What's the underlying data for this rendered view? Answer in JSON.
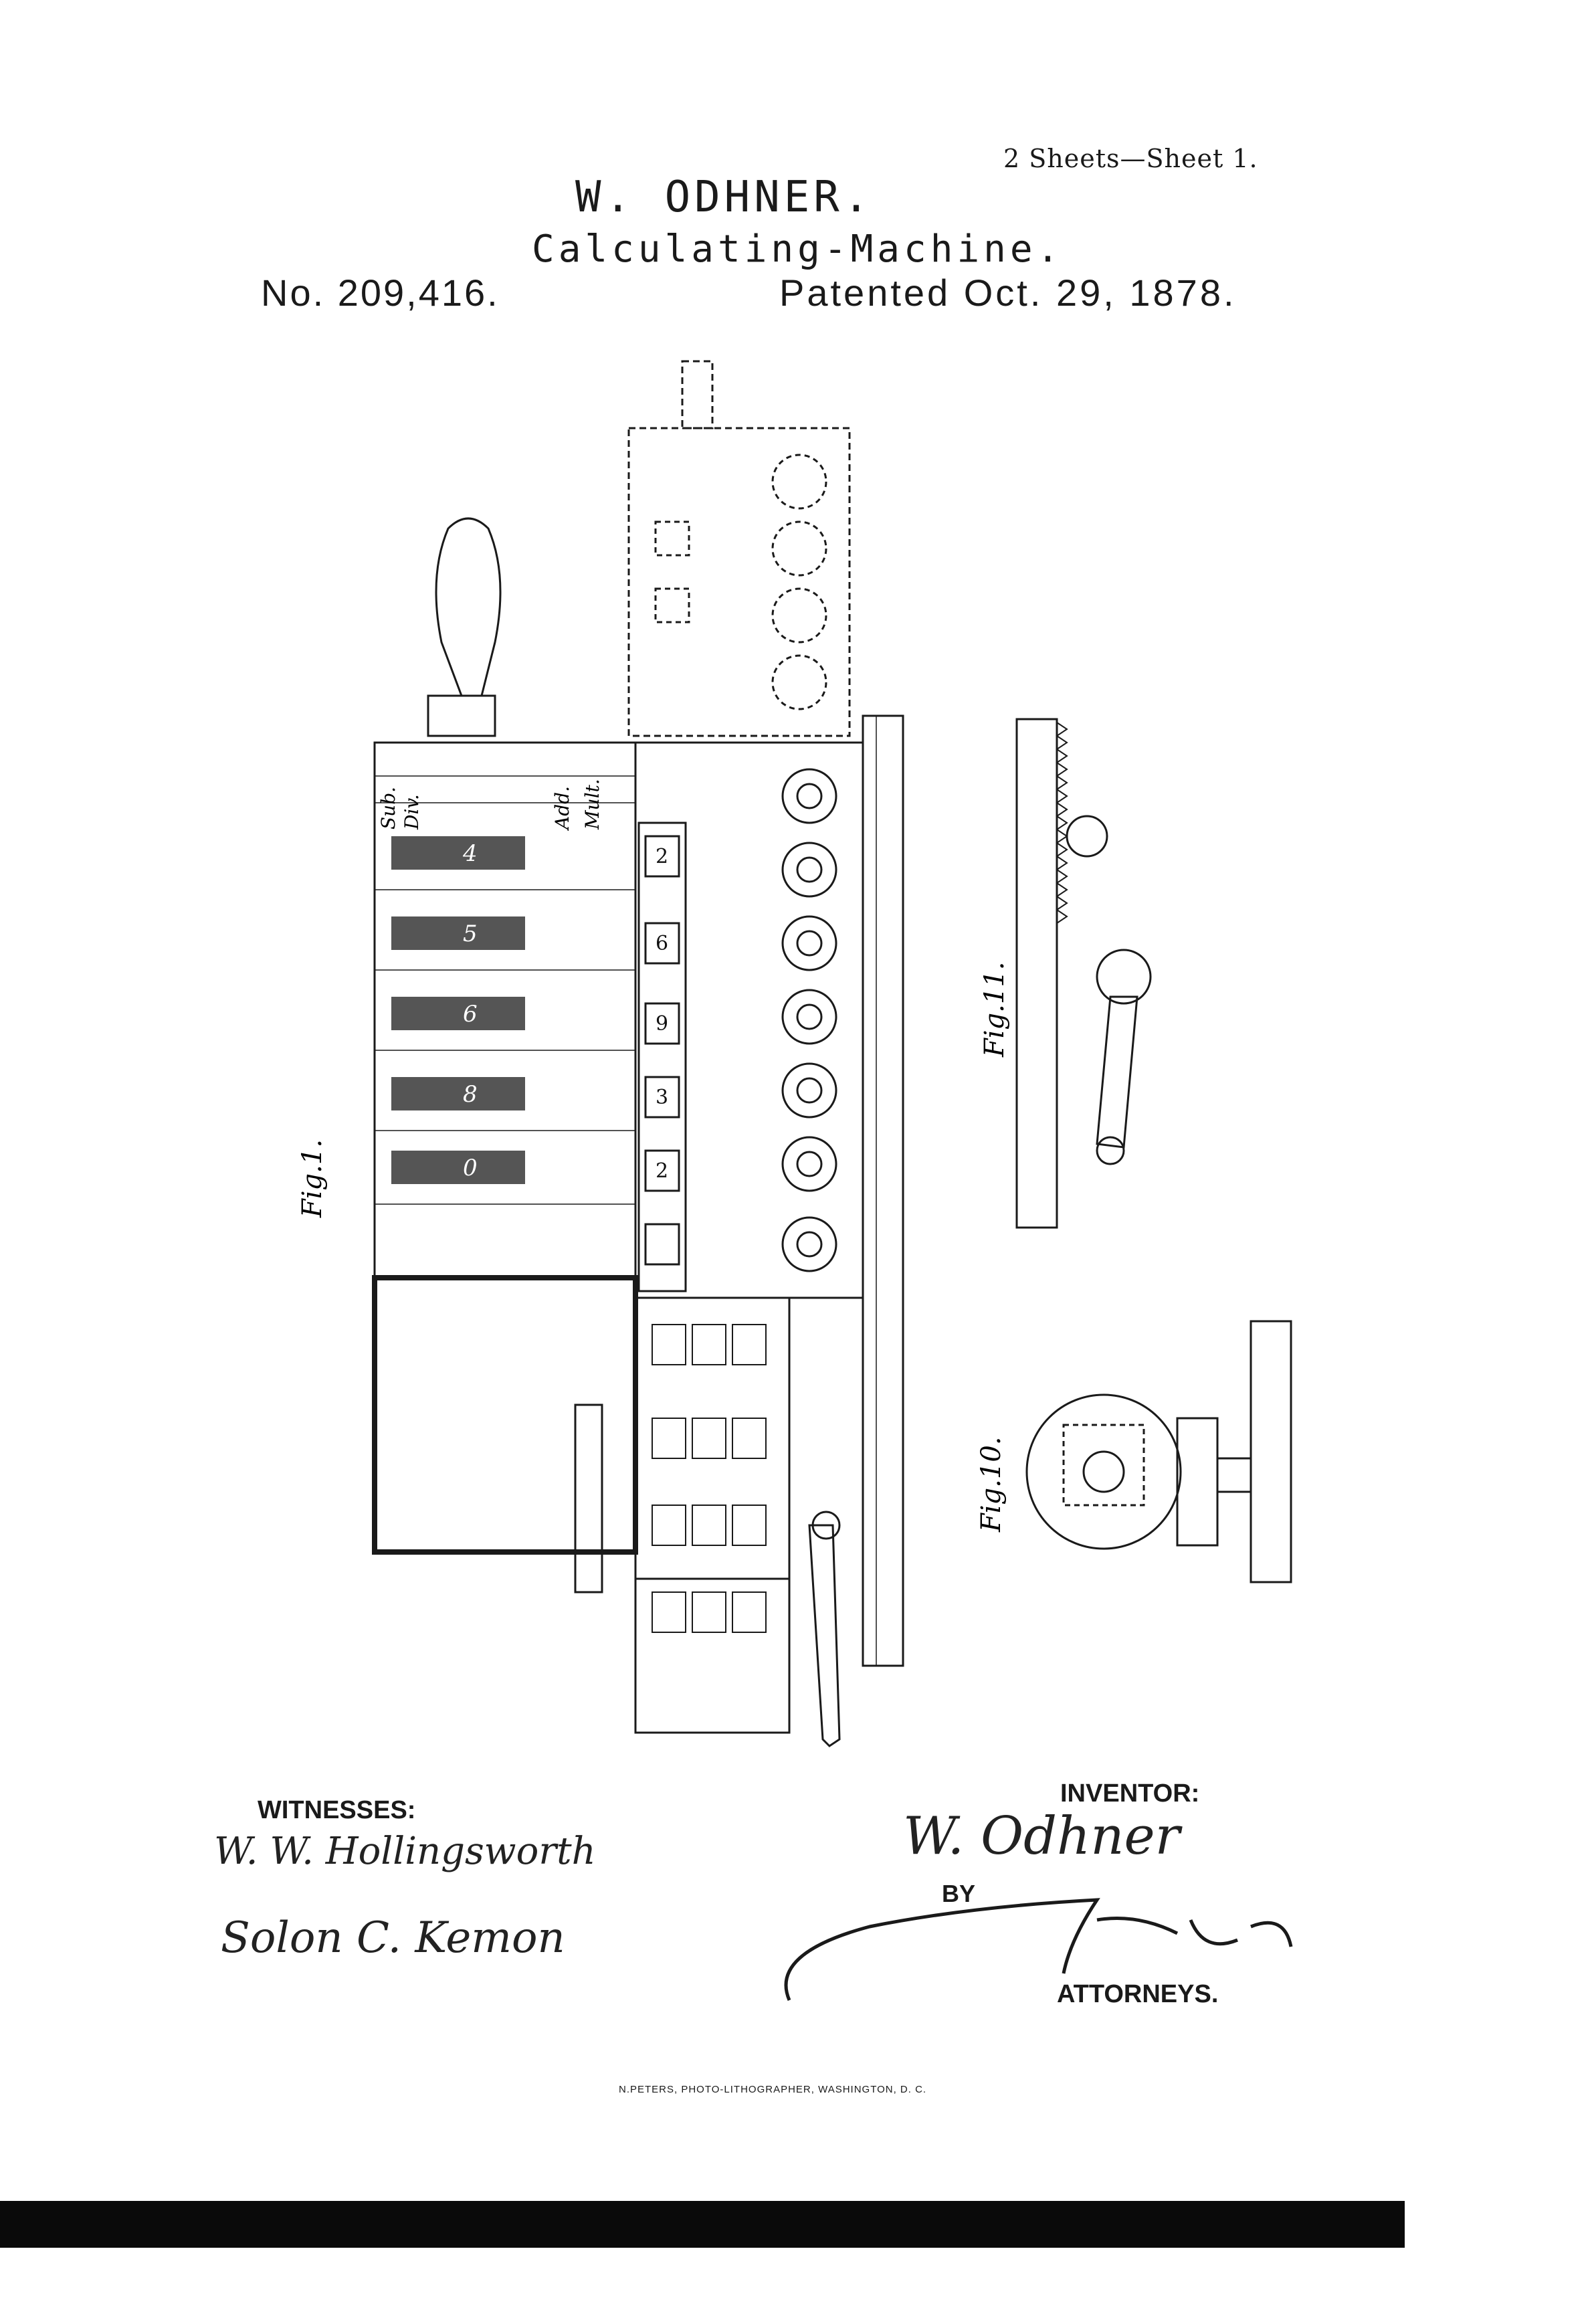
{
  "header": {
    "sheet": "2 Sheets—Sheet 1.",
    "inventor": "W. ODHNER.",
    "title": "Calculating-Machine.",
    "patent_number": "No. 209,416.",
    "patented": "Patented Oct. 29, 1878."
  },
  "figures": {
    "fig1": "Fig.1.",
    "fig10": "Fig.10.",
    "fig11": "Fig.11."
  },
  "drawing_labels": {
    "sub": "Sub.",
    "div": "Div.",
    "add": "Add.",
    "mult": "Mult.",
    "digits": [
      "4",
      "5",
      "6",
      "8",
      "0"
    ],
    "window_digits": [
      "2",
      "6",
      "9",
      "3",
      "2"
    ]
  },
  "signatures": {
    "witnesses_label": "WITNESSES:",
    "witness1": "W. W. Hollingsworth",
    "witness2": "Solon C. Kemon",
    "inventor_label": "INVENTOR:",
    "inventor_sig": "W. Odhner",
    "by_label": "BY",
    "attorneys_label": "ATTORNEYS."
  },
  "imprint": "N.PETERS, PHOTO-LITHOGRAPHER, WASHINGTON, D. C."
}
